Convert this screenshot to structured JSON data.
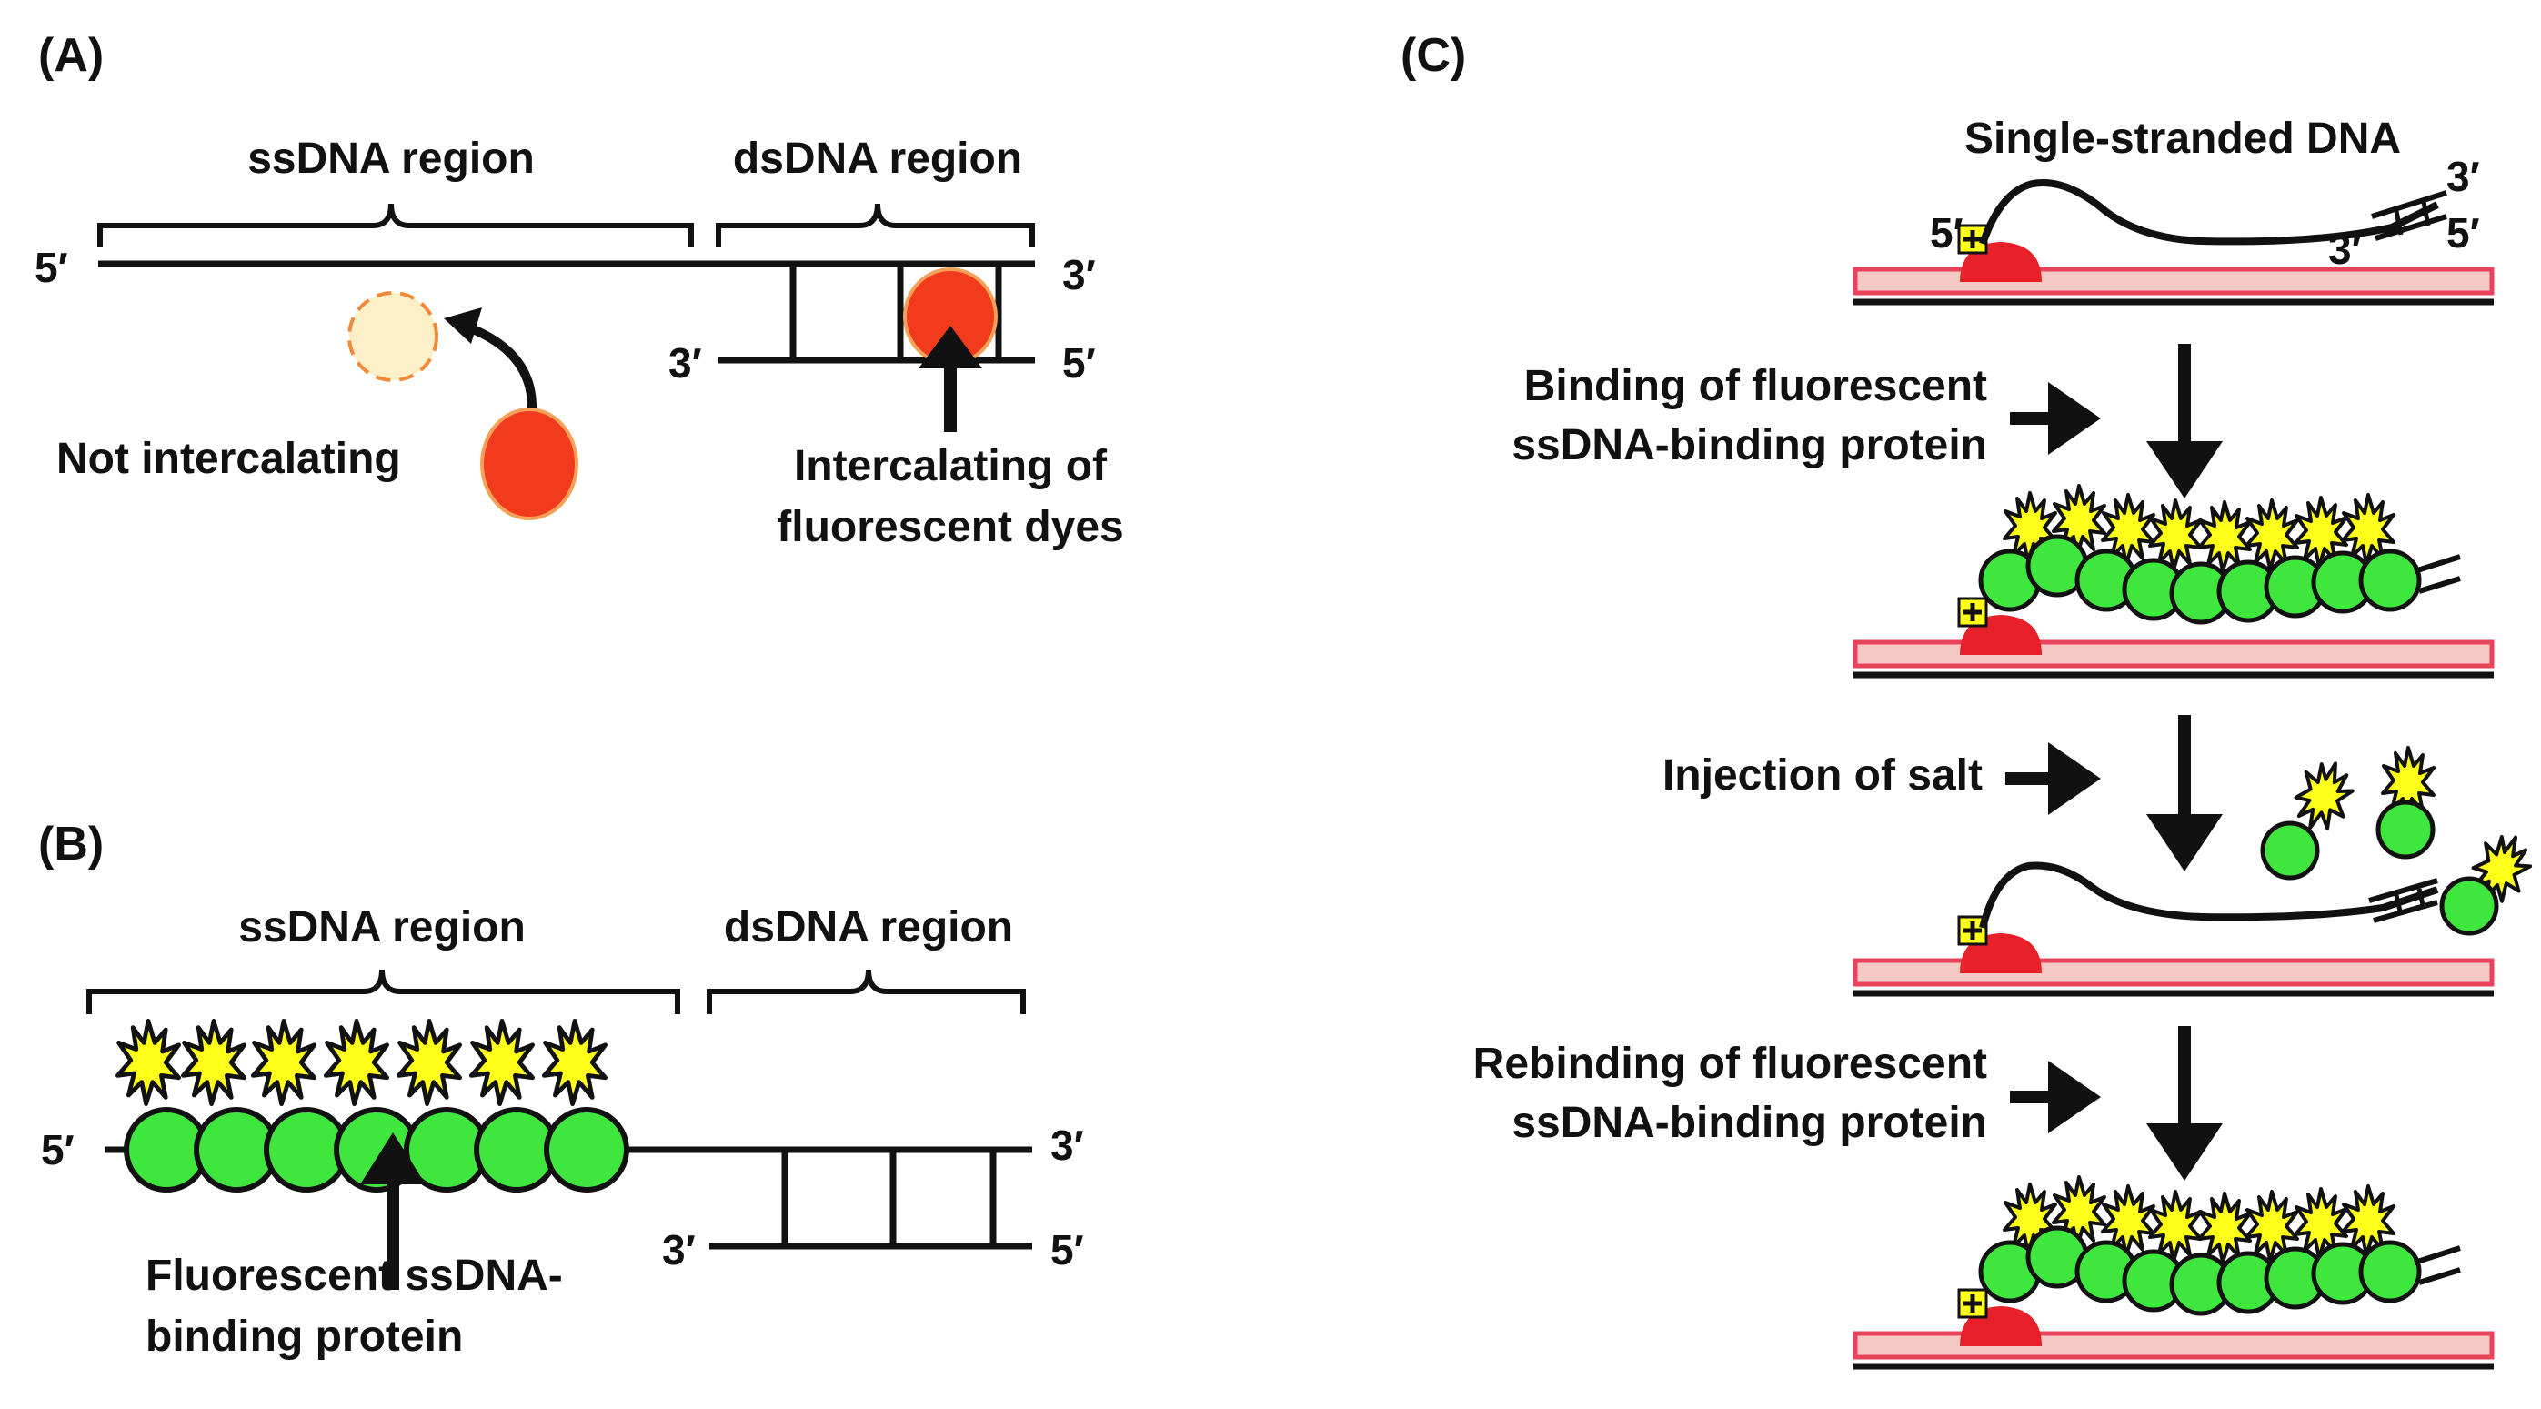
{
  "panelA": {
    "label": "(A)",
    "ss_region": "ssDNA region",
    "ds_region": "dsDNA region",
    "top_left": "5′",
    "top_right": "3′",
    "bottom_left": "3′",
    "bottom_right": "5′",
    "not_intercalating": "Not intercalating",
    "intercalating_line1": "Intercalating of",
    "intercalating_line2": "fluorescent dyes"
  },
  "panelB": {
    "label": "(B)",
    "ss_region": "ssDNA region",
    "ds_region": "dsDNA region",
    "top_left": "5′",
    "top_right": "3′",
    "bottom_left": "3′",
    "bottom_right": "5′",
    "protein_line1": "Fluorescent ssDNA-",
    "protein_line2": "binding protein"
  },
  "panelC": {
    "label": "(C)",
    "ssdna_title": "Single-stranded DNA",
    "prime_5_left": "5′",
    "prime_3_right_top": "3′",
    "prime_5_right": "5′",
    "prime_3_inner": "3′",
    "step1_line1": "Binding of fluorescent",
    "step1_line2": "ssDNA-binding protein",
    "step2": "Injection of salt",
    "step3_line1": "Rebinding of fluorescent",
    "step3_line2": "ssDNA-binding protein"
  },
  "colors": {
    "dye": "#f23a1c",
    "dye_ghost": "#fdefc8",
    "protein": "#3ee63e",
    "spark": "#ffff1a",
    "surface": "#f7c9c4",
    "surface_border": "#e8435a",
    "anchor": "#e8202a"
  }
}
